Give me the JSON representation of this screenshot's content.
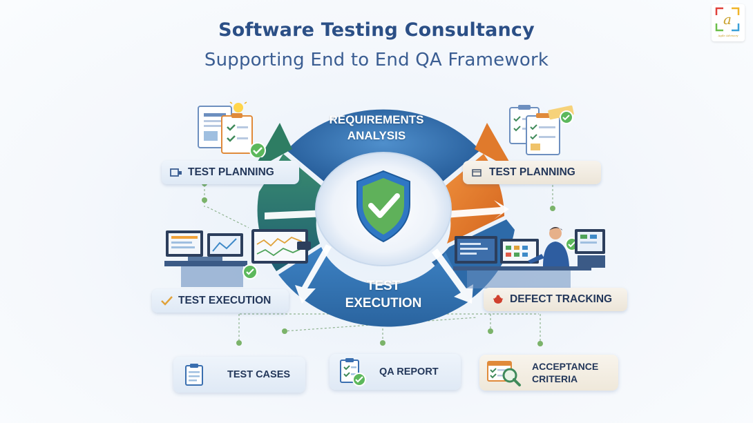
{
  "header": {
    "title": "Software Testing Consultancy",
    "subtitle": "Supporting End to End QA Framework"
  },
  "logo": {
    "letter": "a",
    "tagline": "Agile Advisory"
  },
  "cycle": {
    "top_label_line1": "REQUIREMENTS",
    "top_label_line2": "ANALYSIS",
    "bottom_label_line1": "TEST",
    "bottom_label_line2": "EXECUTION",
    "center_icon": "shield-check-icon"
  },
  "side_labels": {
    "left_top": "TEST PLANNING",
    "right_top": "TEST PLANNING",
    "left_bottom": "TEST EXECUTION",
    "right_bottom": "DEFECT TRACKING"
  },
  "bottom_cards": {
    "test_cases": "TEST CASES",
    "qa_report": "QA REPORT",
    "acceptance_line1": "ACCEPTANCE",
    "acceptance_line2": "CRITERIA"
  },
  "colors": {
    "title": "#2b4f86",
    "ring_blue": "#2f6fb0",
    "ring_green": "#2e7d63",
    "ring_orange": "#e07a2c",
    "check_green": "#4caf50",
    "shield_blue": "#2f77c4"
  }
}
